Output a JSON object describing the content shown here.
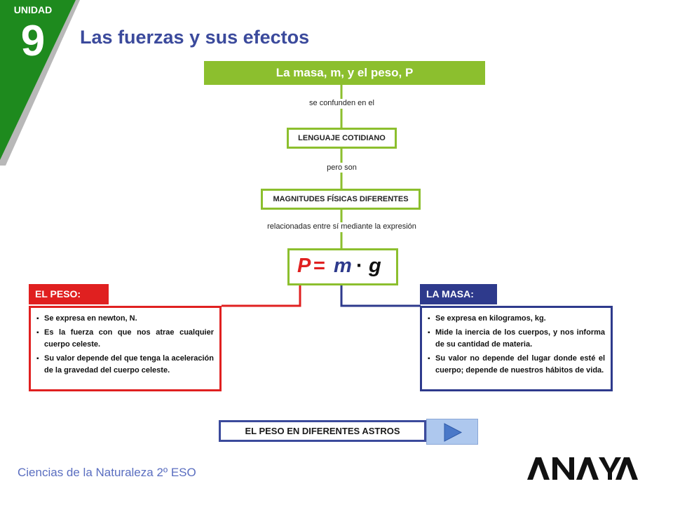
{
  "unit": {
    "label": "UNIDAD",
    "number": "9"
  },
  "title": "Las fuerzas y sus efectos",
  "concept_map": {
    "main_concept": "La masa, m, y el peso, P",
    "connector_1": "se confunden en el",
    "node_1": "LENGUAJE COTIDIANO",
    "connector_2": "pero son",
    "node_2": "MAGNITUDES FÍSICAS DIFERENTES",
    "connector_3": "relacionadas entre sí mediante la expresión",
    "formula": {
      "P": "P",
      "eq": "=",
      "m": "m",
      "dot": "·",
      "g": "g"
    }
  },
  "peso": {
    "heading": "EL PESO:",
    "items": [
      "Se expresa en newton, N.",
      "Es la fuerza con que nos atrae cualquier cuerpo celeste.",
      "Su valor depende del que tenga la aceleración de la gravedad del cuerpo celeste."
    ]
  },
  "masa": {
    "heading": "LA MASA:",
    "items": [
      "Se expresa en kilogramos, kg.",
      "Mide la inercia de los cuerpos, y nos informa de su cantidad de materia.",
      "Su valor no depende del lugar donde esté el cuerpo; depende de nuestros hábitos de vida."
    ]
  },
  "link_button": {
    "label": "EL PESO EN DIFERENTES ASTROS",
    "icon": "play-arrow-icon"
  },
  "footer": {
    "course": "Ciencias de la Naturaleza 2º ESO",
    "publisher": "ANAYA"
  },
  "colors": {
    "green": "#8cbf2e",
    "unit_green": "#1e8a1e",
    "blue": "#3b4a9c",
    "red": "#e02020",
    "navy": "#2e3a8c"
  }
}
